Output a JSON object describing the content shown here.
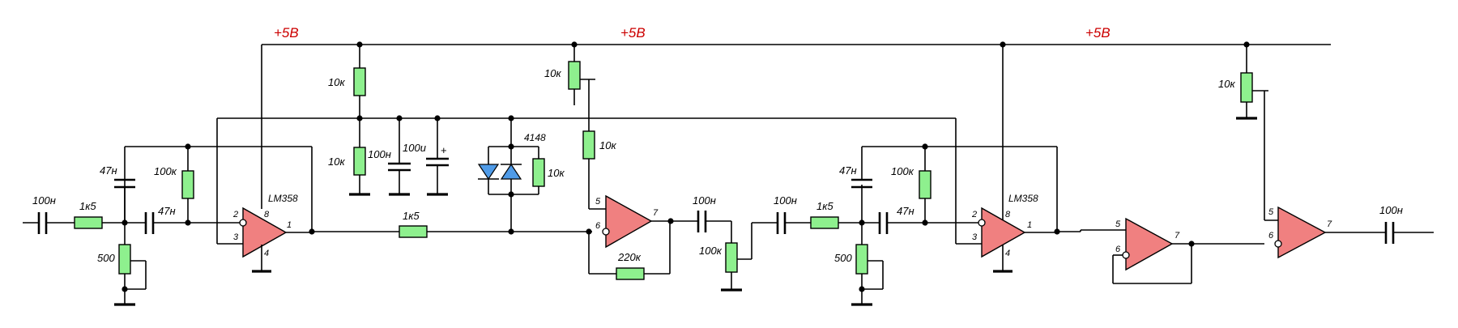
{
  "power": {
    "rail_label": "+5В"
  },
  "ics": {
    "u1": "LM358",
    "u2": "LM358"
  },
  "diodes": {
    "label": "4148"
  },
  "values": {
    "c_in": "100н",
    "r_in1": "1к5",
    "c47_1": "47н",
    "c47_1b": "47н",
    "r100k_1": "100к",
    "r500_1": "500",
    "r10k_top": "10к",
    "r10k_bot": "10к",
    "c100n_dec": "100н",
    "c100u_dec": "100u",
    "r1k5_mid": "1к5",
    "r10k_bias": "10к",
    "r10k_ser": "10к",
    "r10k_dio": "10к",
    "r220k": "220к",
    "c100n_mid1": "100н",
    "r100k_pot": "100к",
    "c100n_mid2": "100н",
    "r_in2": "1к5",
    "c47_2": "47н",
    "c47_2b": "47н",
    "r100k_2": "100к",
    "r500_2": "500",
    "r10k_right": "10к",
    "c_out": "100н"
  },
  "pins": {
    "p1": "1",
    "p2": "2",
    "p3": "3",
    "p4": "4",
    "p5": "5",
    "p6": "6",
    "p7": "7",
    "p8": "8"
  }
}
